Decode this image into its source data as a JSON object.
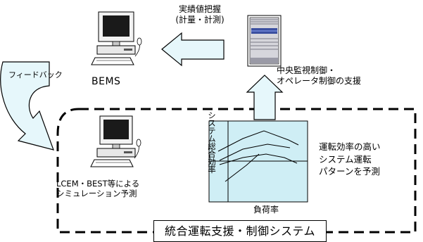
{
  "labels": {
    "monitor_line1": "実績値把握",
    "monitor_line2": "(計量・計測)",
    "feedback": "フィードバック",
    "bems": "BEMS",
    "central_line1": "中央監視制御・",
    "central_line2": "オペレータ制御の支援",
    "lcem_line1": "LCEM・BEST等による",
    "lcem_line2": "シミュレーション予測",
    "pattern_line1": "運転効率の高い",
    "pattern_line2": "システム運転",
    "pattern_line3": "パターンを予測",
    "system_title": "統合運転支援・制御システム"
  },
  "chart_data": {
    "type": "line",
    "xlabel": "負荷率",
    "ylabel": "システム総合効率",
    "ticks": false,
    "series_count": 4,
    "note_values": "qualitative curves, no numeric axis values printed"
  },
  "colors": {
    "panel": "#cfeef5",
    "arrow_fill": "#e6f7fb",
    "line": "#000000"
  },
  "icons": [
    "desktop-computer-icon",
    "server-rack-icon",
    "desktop-computer-icon"
  ]
}
